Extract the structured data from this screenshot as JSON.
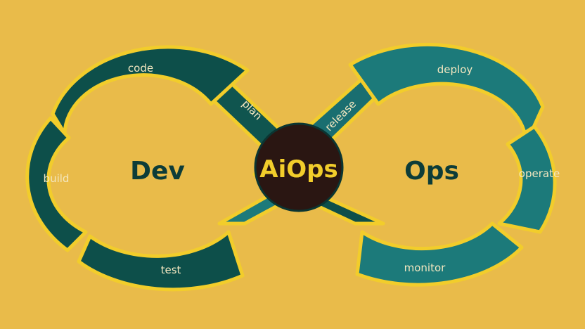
{
  "diagram": {
    "left_loop": {
      "label": "Dev",
      "stages": [
        "code",
        "build",
        "test"
      ]
    },
    "right_loop": {
      "label": "Ops",
      "stages": [
        "deploy",
        "operate",
        "monitor"
      ]
    },
    "crossover": {
      "left_arm": "plan",
      "right_arm": "release"
    },
    "center": {
      "label": "AiOps"
    }
  },
  "colors": {
    "background": "#e9bb4a",
    "dev_dark": "#0d4f4a",
    "dev_mid": "#10554f",
    "ops_teal": "#1c7a7a",
    "ops_mid": "#1a6e70",
    "outline": "#f2cd2b",
    "center_fill": "#2a1612",
    "text_light": "#f3e7c0",
    "center_text": "#f2cd2b"
  }
}
